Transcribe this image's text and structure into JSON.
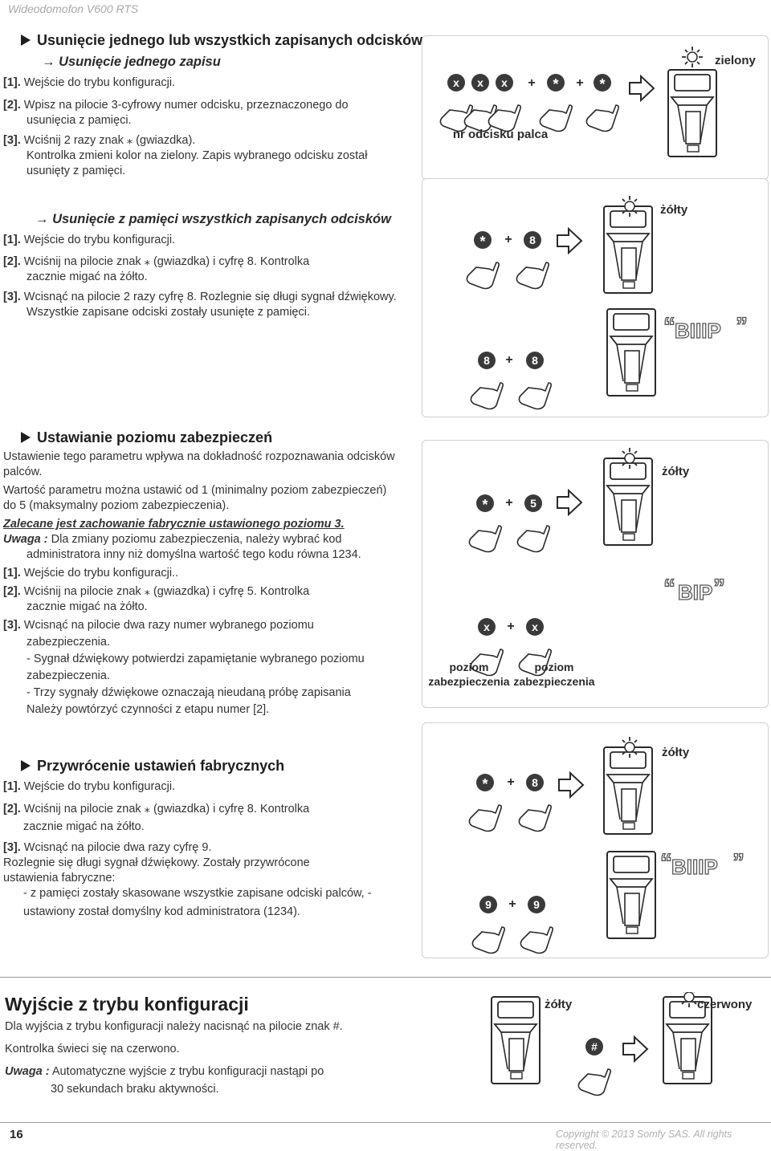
{
  "header": {
    "title": "Wideodomofon V600 RTS"
  },
  "sec1": {
    "heading": "Usunięcie jednego lub wszystkich zapisanych odcisków",
    "sub1": "→ Usunięcie jednego zapisu",
    "s1n": "[1].",
    "s1t": " Wejście do trybu konfiguracji.",
    "s2n": "[2].",
    "s2t": " Wpisz na pilocie 3-cyfrowy numer odcisku, przeznaczonego do",
    "s2t2": "usunięcia z pamięci.",
    "s3n": "[3].",
    "s3t": " Wciśnij 2 razy znak ⁎ (gwiazdka).",
    "s3t2": "Kontrolka zmieni kolor na zielony. Zapis wybranego odcisku został",
    "s3t3": "usunięty z pamięci.",
    "sub2": "→ Usunięcie z pamięci wszystkich zapisanych odcisków",
    "a1n": "[1].",
    "a1t": " Wejście do trybu konfiguracji.",
    "a2n": "[2].",
    "a2t": " Wciśnij na pilocie znak ⁎ (gwiazdka) i cyfrę 8. Kontrolka",
    "a2t2": "zacznie migać na żółto.",
    "a3n": "[3].",
    "a3t": " Wcisnąć na pilocie 2 razy cyfrę 8. Rozlegnie się długi sygnał dźwiękowy.",
    "a3t2": "Wszystkie zapisane odciski zostały usunięte z pamięci."
  },
  "diag1": {
    "keys": [
      "x",
      "x",
      "x",
      "*",
      "*"
    ],
    "plus": "+",
    "caption": "nr odcisku palca",
    "color": "zielony"
  },
  "diag2": {
    "keysA": [
      "*",
      "8"
    ],
    "keysB": [
      "8",
      "8"
    ],
    "plus": "+",
    "color": "żółty",
    "sound": "BIIIP"
  },
  "sec2": {
    "heading": "Ustawianie poziomu zabezpieczeń",
    "p1": "Ustawienie tego parametru wpływa na dokładność rozpoznawania odcisków",
    "p1b": "palców.",
    "p2": "Wartość parametru można ustawić od 1 (minimalny poziom zabezpieczeń)",
    "p2b": "do 5 (maksymalny poziom zabezpieczenia).",
    "rec": "Zalecane jest zachowanie fabrycznie ustawionego poziomu 3.",
    "warn_label": "Uwaga :",
    "warn": " Dla zmiany poziomu zabezpieczenia, należy wybrać kod",
    "warn2": "administratora inny niż domyślna wartość tego kodu równa 1234.",
    "s1n": "[1].",
    "s1t": " Wejście do trybu konfiguracji..",
    "s2n": "[2].",
    "s2t": " Wciśnij na pilocie znak ⁎ (gwiazdka) i cyfrę 5. Kontrolka",
    "s2t2": "zacznie migać na żółto.",
    "s3n": "[3].",
    "s3t": " Wcisnąć na pilocie dwa razy numer wybranego poziomu",
    "s3t2": "zabezpieczenia.",
    "s3t3": "- Sygnał dźwiękowy potwierdzi zapamiętanie wybranego poziomu",
    "s3t4": "zabezpieczenia.",
    "s3t5": "- Trzy sygnały dźwiękowe oznaczają nieudaną próbę zapisania",
    "s3t6": "Należy powtórzyć czynności z etapu numer  [2]."
  },
  "diag3": {
    "keysA": [
      "*",
      "5"
    ],
    "keysB": [
      "x",
      "x"
    ],
    "plus": "+",
    "color": "żółty",
    "sound": "BIP",
    "cap1a": "poziom",
    "cap1b": "zabezpieczenia",
    "cap2a": "poziom",
    "cap2b": "zabezpieczenia"
  },
  "sec3": {
    "heading": "Przywrócenie ustawień fabrycznych",
    "s1n": "[1].",
    "s1t": " Wejście do trybu konfiguracji.",
    "s2n": "[2].",
    "s2t": " Wciśnij na pilocie znak ⁎ (gwiazdka) i cyfrę 8. Kontrolka",
    "s2t2": "zacznie migać na żółto.",
    "s3n": "[3].",
    "s3t": " Wcisnąć na pilocie dwa razy cyfrę 9.",
    "s3t2": "Rozlegnie się długi sygnał dźwiękowy. Zostały przywrócone",
    "s3t3": "ustawienia fabryczne:",
    "s3t4": "- z pamięci zostały skasowane wszystkie zapisane odciski palców, -",
    "s3t5": "ustawiony został domyślny kod administratora (1234)."
  },
  "diag4": {
    "keysA": [
      "*",
      "8"
    ],
    "keysB": [
      "9",
      "9"
    ],
    "plus": "+",
    "color": "żółty",
    "sound": "BIIIP"
  },
  "sec4": {
    "heading": "Wyjście z trybu konfiguracji",
    "p1": "Dla wyjścia z trybu konfiguracji należy nacisnąć na pilocie znak #.",
    "p2": "Kontrolka świeci się na czerwono.",
    "warn_label": "Uwaga :",
    "warn": " Automatyczne wyjście z trybu konfiguracji nastąpi po",
    "warn2": "30 sekundach braku aktywności."
  },
  "diag5": {
    "color1": "żółty",
    "key": "#",
    "color2": "czerwony"
  },
  "footer": {
    "page": "16",
    "copyright": "Copyright © 2013 Somfy SAS. All rights reserved."
  },
  "colors": {
    "text": "#333333",
    "border": "#d0d0d0",
    "key_fill": "#3a3a3a"
  }
}
